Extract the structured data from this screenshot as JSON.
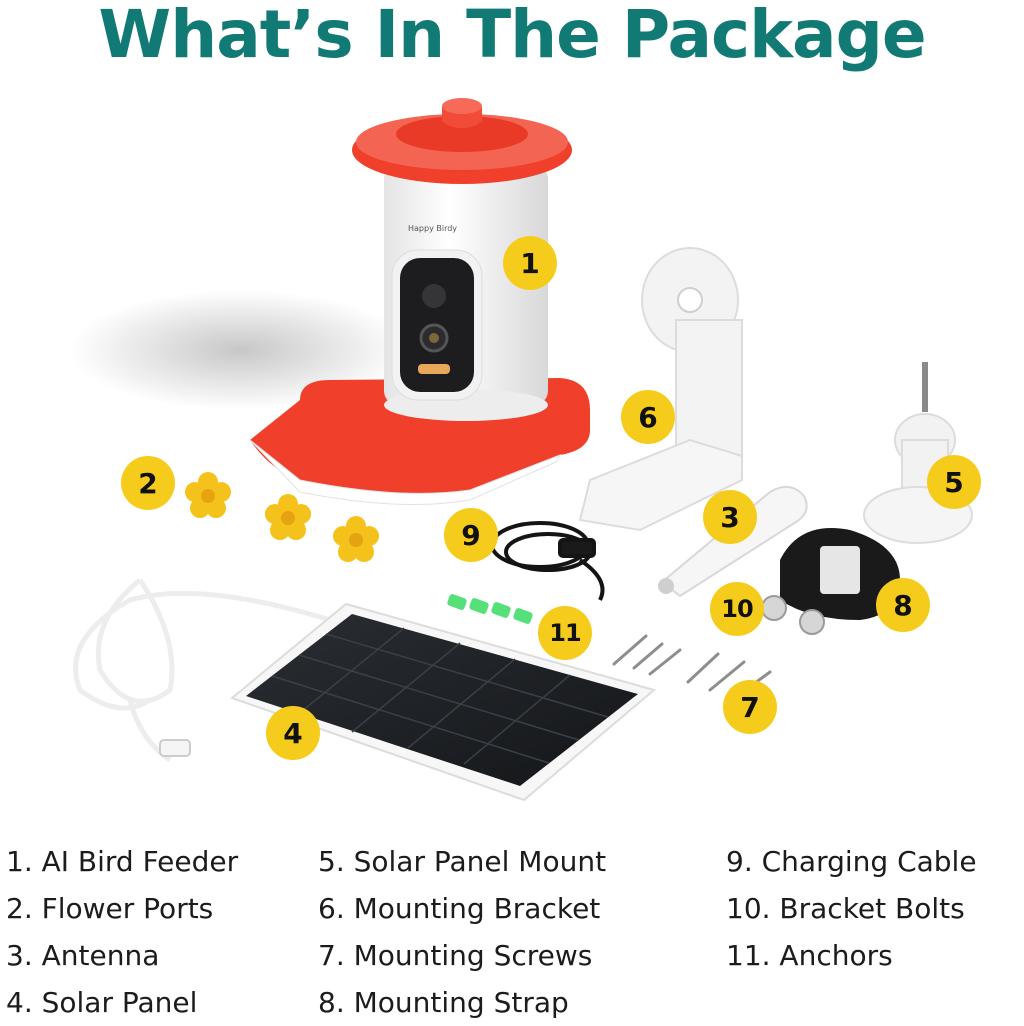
{
  "title": "What’s In The Package",
  "brand_text": "Happy Birdy",
  "colors": {
    "title": "#127a75",
    "badge": "#f6cc1c",
    "feeder_red": "#f0402c",
    "flower_yellow": "#f5c21b"
  },
  "badges": [
    "1",
    "2",
    "3",
    "4",
    "5",
    "6",
    "7",
    "8",
    "9",
    "10",
    "11"
  ],
  "legend": {
    "columns": [
      [
        "1. AI Bird Feeder",
        "2. Flower Ports",
        "3. Antenna",
        "4. Solar Panel"
      ],
      [
        "5. Solar Panel Mount",
        "6. Mounting Bracket",
        "7. Mounting Screws",
        "8. Mounting Strap"
      ],
      [
        "9. Charging Cable",
        "10. Bracket Bolts",
        "11. Anchors"
      ]
    ]
  }
}
